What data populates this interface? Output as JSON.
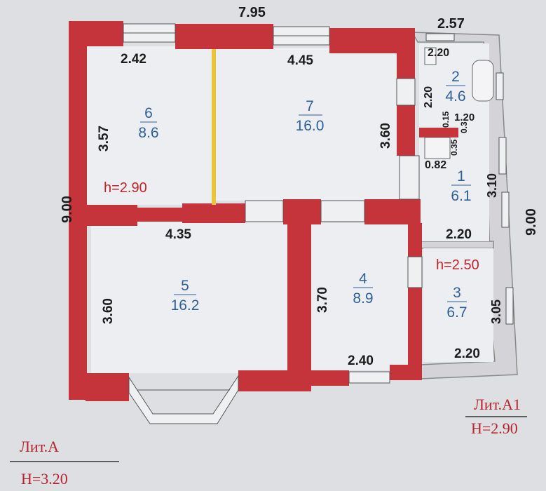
{
  "rooms": [
    {
      "num": "6",
      "area": "8.6"
    },
    {
      "num": "7",
      "area": "16.0"
    },
    {
      "num": "2",
      "area": "4.6"
    },
    {
      "num": "1",
      "area": "6.1"
    },
    {
      "num": "5",
      "area": "16.2"
    },
    {
      "num": "4",
      "area": "8.9"
    },
    {
      "num": "3",
      "area": "6.7"
    }
  ],
  "dims": {
    "top_total": "7.95",
    "top_a1": "2.57",
    "r6_w": "2.42",
    "r7_w": "4.45",
    "r2_w": "2.20",
    "r2_h": "2.20",
    "small_1_20": "1.20",
    "small_015": "0.15",
    "small_035": "0.35",
    "small_03": "0.3",
    "small_082": "0.82",
    "left_total": "9.00",
    "right_total": "9.00",
    "r6_h": "3.57",
    "r7_h": "3.60",
    "r1_h": "3.10",
    "r5_w": "4.35",
    "r1_w": "2.20",
    "r5_h": "3.60",
    "r4_h": "3.70",
    "r3_h": "3.05",
    "r4_w": "2.40",
    "r3_w": "2.20"
  },
  "heights": {
    "main": "h=2.90",
    "annex": "h=2.50"
  },
  "labels": {
    "lit_a": "Лит.А",
    "lit_a_h": "Н=3.20",
    "lit_a1": "Лит.А1",
    "lit_a1_h": "Н=2.90"
  },
  "colors": {
    "wall": "#c5343a",
    "room_text": "#2d5f9a",
    "height_text": "#c2242c"
  }
}
